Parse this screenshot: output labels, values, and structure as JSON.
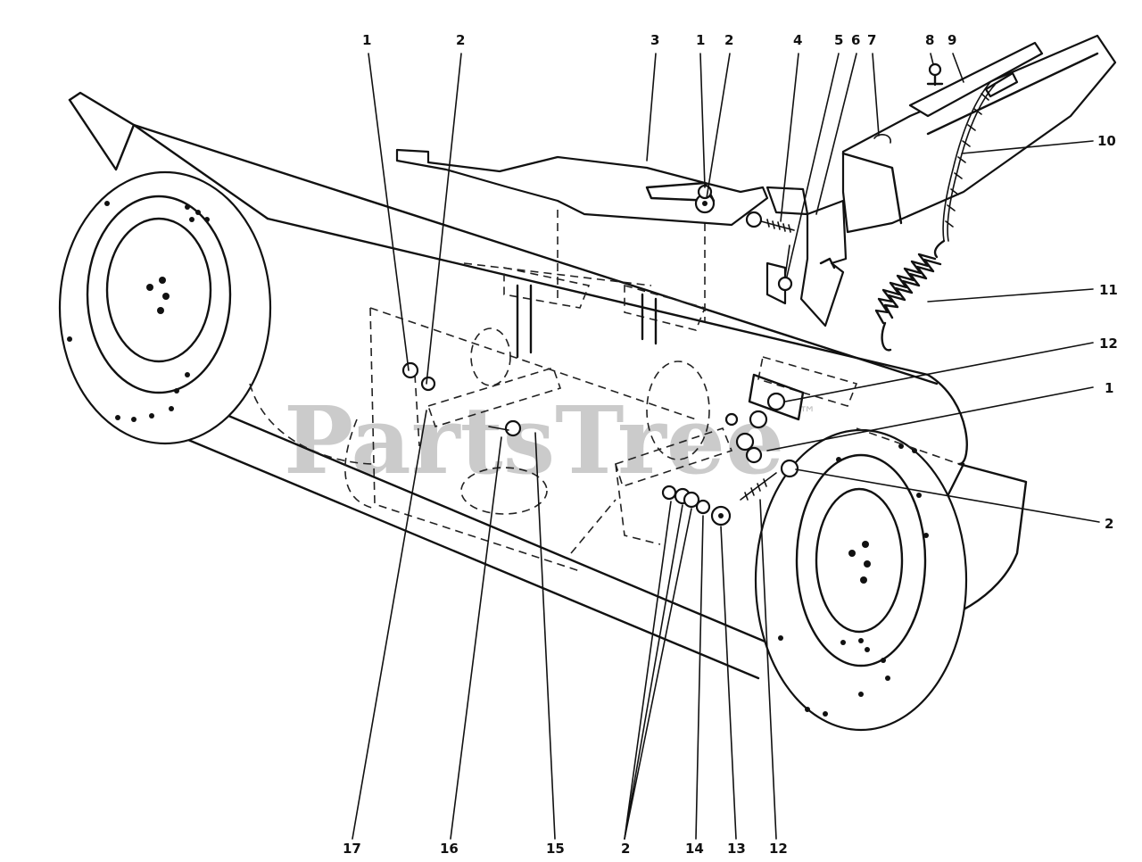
{
  "watermark": {
    "text": "PartsTree",
    "mark": "™"
  },
  "callouts": {
    "top_1a": "1",
    "top_2a": "2",
    "top_3": "3",
    "top_1b": "1",
    "top_2b": "2",
    "top_4": "4",
    "top_5": "5",
    "top_6": "6",
    "top_7": "7",
    "top_8": "8",
    "top_9": "9",
    "right_10": "10",
    "right_11": "11",
    "right_12": "12",
    "right_1": "1",
    "right_2": "2",
    "bottom_17": "17",
    "bottom_16": "16",
    "bottom_15": "15",
    "bottom_2": "2",
    "bottom_14": "14",
    "bottom_13": "13",
    "bottom_12": "12"
  }
}
